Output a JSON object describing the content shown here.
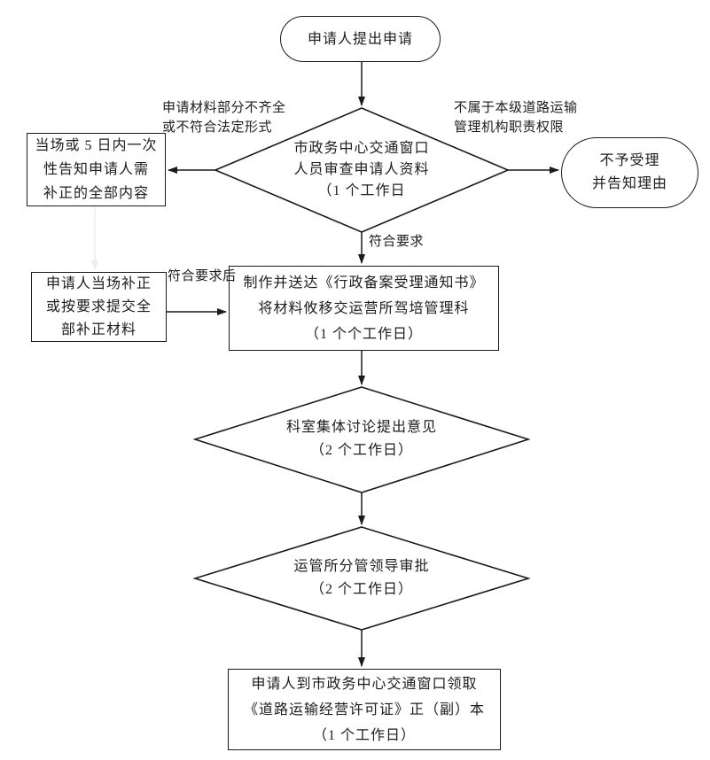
{
  "diagram": {
    "nodes": {
      "start": {
        "type": "terminator",
        "lines": [
          "申请人提出申请"
        ]
      },
      "window_review": {
        "type": "decision",
        "lines": [
          "市政务中心交通窗口",
          "人员审查申请人资料",
          "（1 个工作日"
        ]
      },
      "notify_correction": {
        "type": "process",
        "lines": [
          "当场或 5 日内一次",
          "性告知申请人需",
          "补正的全部内容"
        ]
      },
      "reject": {
        "type": "terminator",
        "lines": [
          "不予受理",
          "并告知理由"
        ]
      },
      "make_notice": {
        "type": "process",
        "lines": [
          "制作并送达《行政备案受理通知书》",
          "将材料攸移交运营所驾培管理科",
          "（1 个个工作日）"
        ]
      },
      "resubmit": {
        "type": "process",
        "lines": [
          "申请人当场补正",
          "或按要求提交全",
          "部补正材料"
        ]
      },
      "group_discuss": {
        "type": "decision",
        "lines": [
          "科室集体讨论提出意见",
          "（2 个工作日）"
        ]
      },
      "leader_approve": {
        "type": "decision",
        "lines": [
          "运管所分管领导审批",
          "（2 个工作日）"
        ]
      },
      "receive_license": {
        "type": "process",
        "lines": [
          "申请人到市政务中心交通窗口领取",
          "《道路运输经营许可证》正（副）本",
          "（1 个工作日）"
        ]
      }
    },
    "edge_labels": {
      "incomplete_1": "申请材料部分不齐全",
      "incomplete_2": "或不符合法定形式",
      "not_jurisdiction_1": "不属于本级道路运输",
      "not_jurisdiction_2": "管理机构职责权限",
      "meets": "符合要求",
      "meets_after": "符合要求后"
    },
    "colors": {
      "line": "#1a1a1a",
      "faint_line": "#ececec",
      "background": "#ffffff",
      "text": "#1d1d1d"
    }
  }
}
